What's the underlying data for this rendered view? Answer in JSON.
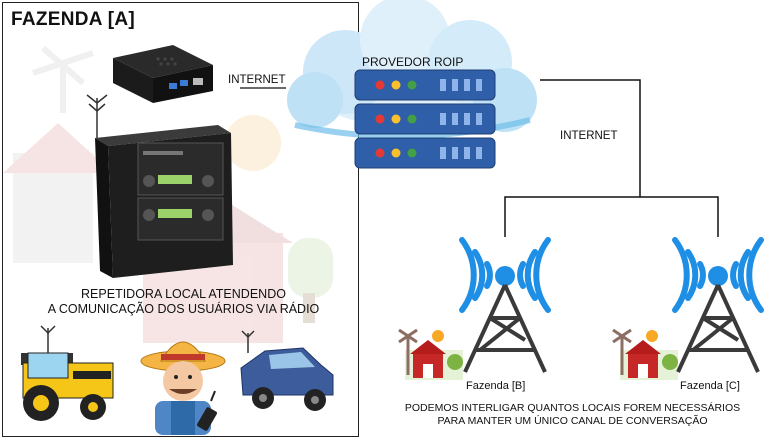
{
  "main_site": {
    "title": "FAZENDA [A]",
    "caption_line1": "REPETIDORA LOCAL ATENDENDO",
    "caption_line2": "A COMUNICAÇÃO DOS USUÁRIOS VIA RÁDIO"
  },
  "cloud": {
    "label": "PROVEDOR ROIP"
  },
  "links": {
    "internet_left": "INTERNET",
    "internet_right": "INTERNET"
  },
  "remote_sites": [
    {
      "label": "Fazenda [B]"
    },
    {
      "label": "Fazenda [C]"
    }
  ],
  "footer": {
    "line1": "PODEMOS INTERLIGAR QUANTOS LOCAIS FOREM NECESSÁRIOS",
    "line2": "PARA MANTER UM ÚNICO CANAL DE CONVERSAÇÃO"
  },
  "colors": {
    "tower_dark": "#3a3a3a",
    "signal_blue": "#1f8fe6",
    "cloud_light": "#dff0fb",
    "cloud_mid": "#6fbde9",
    "server_blue": "#2f5fa8",
    "tractor_yellow": "#f5c518",
    "truck_blue": "#3d5c9c"
  }
}
